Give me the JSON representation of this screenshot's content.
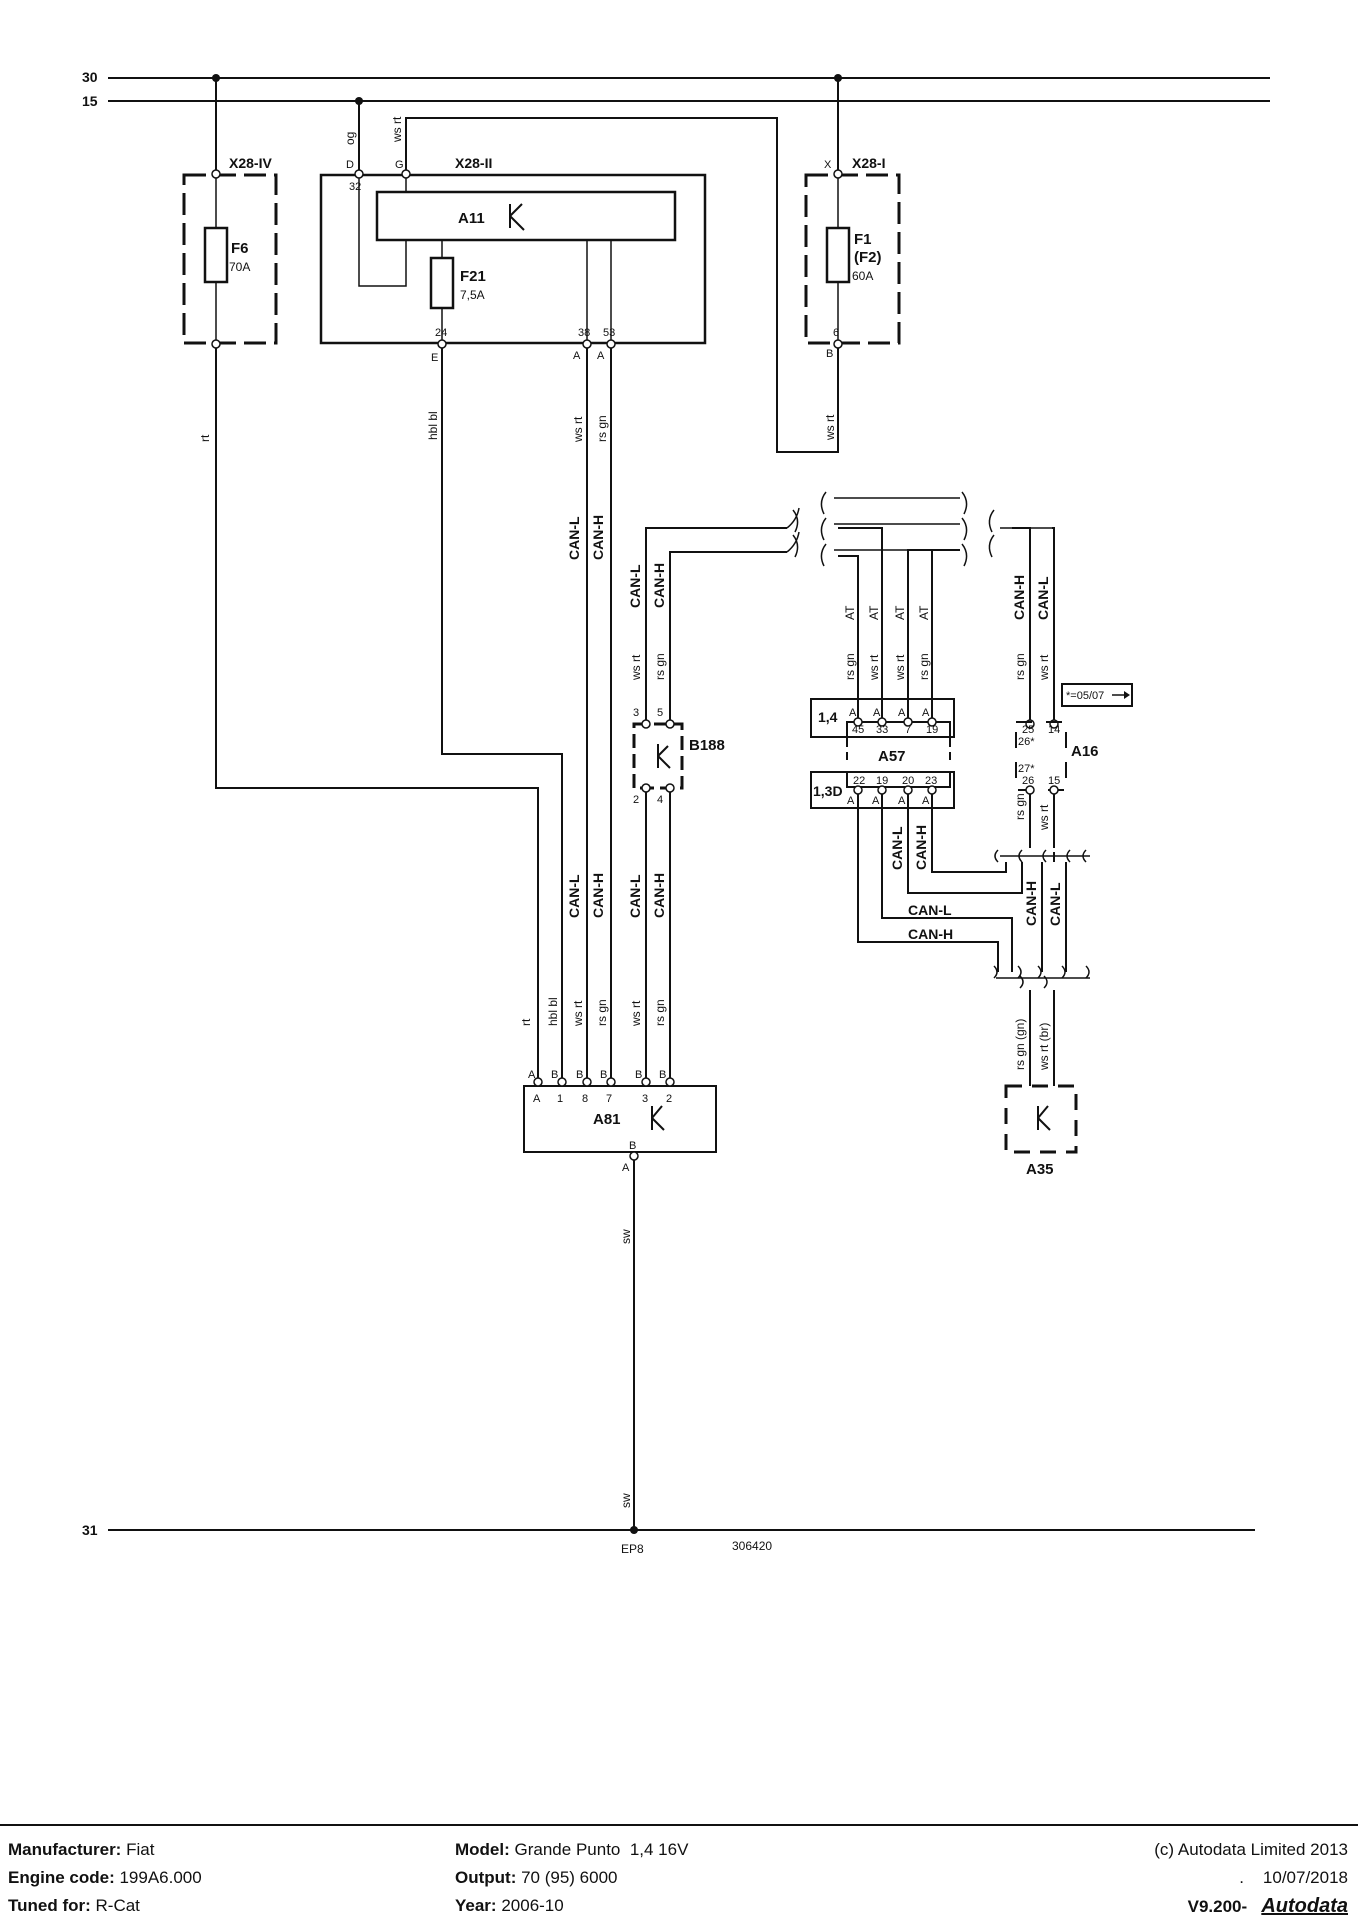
{
  "rails": {
    "r30": "30",
    "r15": "15",
    "r31": "31"
  },
  "components": {
    "x28_iv": "X28-IV",
    "x28_ii": "X28-II",
    "x28_i": "X28-I",
    "f6": "F6",
    "f6_rating": "70A",
    "a11": "A11",
    "f21": "F21",
    "f21_rating": "7,5A",
    "f1": "F1",
    "f1_alt": "(F2)",
    "f1_rating": "60A",
    "b188": "B188",
    "a57": "A57",
    "a16": "A16",
    "a81": "A81",
    "a35": "A35",
    "a57_variant_1": "1,4",
    "a57_variant_2": "1,3D"
  },
  "pins": {
    "x28ii_d": "D",
    "x28ii_g": "G",
    "x28ii_32": "32",
    "x28ii_24": "24",
    "x28ii_e": "E",
    "x28ii_38": "38",
    "x28ii_53": "53",
    "x28ii_a1": "A",
    "x28ii_a2": "A",
    "x28i_x": "X",
    "x28i_6": "6",
    "x28i_b": "B",
    "b188_3": "3",
    "b188_5": "5",
    "b188_2": "2",
    "b188_4": "4",
    "a57_45": "45",
    "a57_33": "33",
    "a57_7": "7",
    "a57_19": "19",
    "a57_22": "22",
    "a57_19b": "19",
    "a57_20": "20",
    "a57_23": "23",
    "a_letter": "A",
    "a16_25": "25",
    "a16_14": "14",
    "a16_26s": "26*",
    "a16_27s": "27*",
    "a16_26": "26",
    "a16_15": "15",
    "a81_1": "1",
    "a81_8": "8",
    "a81_7": "7",
    "a81_3": "3",
    "a81_2": "2",
    "a81_a": "A",
    "a81_b": "B",
    "a81_gnd_b": "B",
    "a81_gnd_a": "A"
  },
  "wires": {
    "og": "og",
    "ws_rt": "ws rt",
    "rt": "rt",
    "hbl_bl": "hbl bl",
    "rs_gn": "rs gn",
    "sw": "sw",
    "at": "AT",
    "can_l": "CAN-L",
    "can_h": "CAN-H",
    "rs_gn_paren": "rs gn (gn)",
    "ws_rt_paren": "ws rt (br)"
  },
  "notes": {
    "date_note": "*=05/07",
    "ground": "EP8",
    "diagram_no": "306420"
  },
  "footer": {
    "manufacturer_label": "Manufacturer:",
    "manufacturer": "Fiat",
    "engine_label": "Engine code:",
    "engine": "199A6.000",
    "tuned_label": "Tuned for:",
    "tuned": "R-Cat",
    "model_label": "Model:",
    "model": "Grande Punto  1,4 16V",
    "output_label": "Output:",
    "output": "70 (95) 6000",
    "year_label": "Year:",
    "year": "2006-10",
    "copyright": "(c) Autodata Limited 2013",
    "date": ".    10/07/2018",
    "version": "V9.200-",
    "brand": "Autodata"
  }
}
